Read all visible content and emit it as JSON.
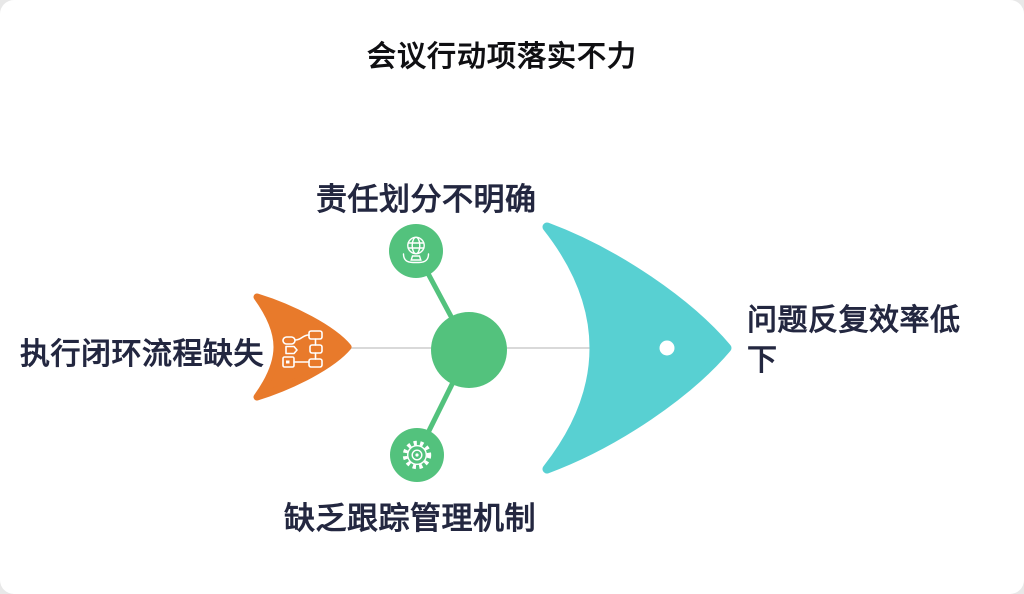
{
  "page": {
    "title": "会议行动项落实不力"
  },
  "fishbone": {
    "effect_label": "问题反复效率低下",
    "root_cause_label": "执行闭环流程缺失",
    "top_cause_label": "责任划分不明确",
    "bottom_cause_label": "缺乏跟踪管理机制",
    "icons": {
      "root_cause": "flowchart-icon",
      "top_cause": "globe-in-hands-icon",
      "bottom_cause": "gear-icon",
      "fish_eye": "fish-eye-dot"
    },
    "colors": {
      "orange": "#E87A2B",
      "green": "#53C27D",
      "teal": "#58D0D2",
      "navy_text": "#232740",
      "title_text": "#0F0F12",
      "spine_gray": "#D9D9D9",
      "background": "#FFFFFF"
    }
  }
}
